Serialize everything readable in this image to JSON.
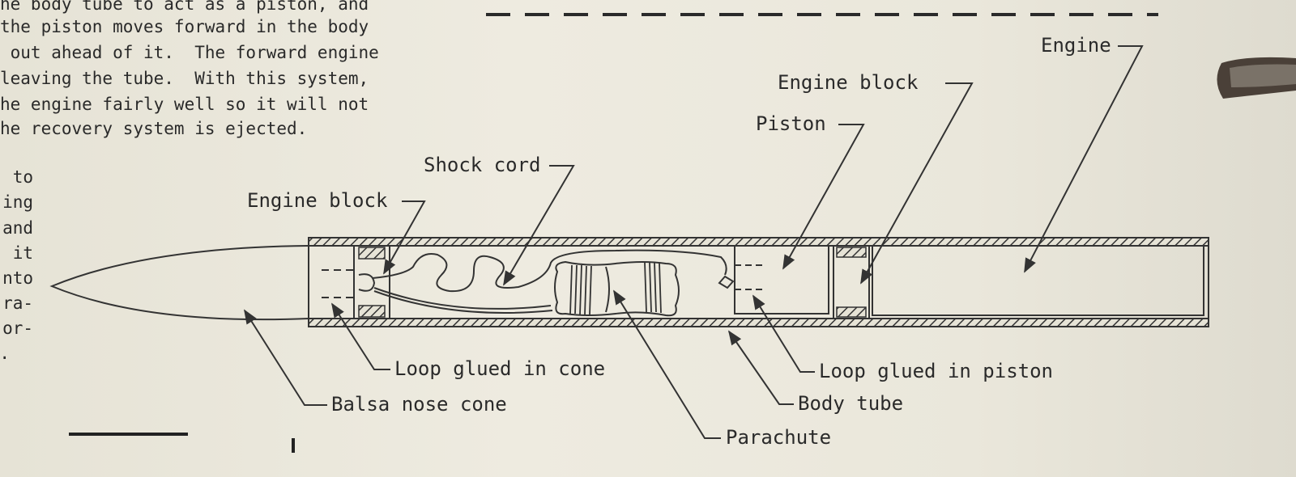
{
  "page_text": {
    "lines": [
      "he body tube to act as a piston, and",
      "the piston moves forward in the body",
      " out ahead of it.  The forward engine",
      "leaving the tube.  With this system,",
      "he engine fairly well so it will not",
      "he recovery system is ejected."
    ],
    "margin_fragments": [
      "to",
      "ing",
      "and",
      "it",
      "nto",
      "ra-",
      "or-",
      "."
    ]
  },
  "diagram": {
    "labels": {
      "engine": "Engine",
      "engine_block_rear": "Engine block",
      "piston": "Piston",
      "shock_cord": "Shock cord",
      "engine_block_front": "Engine block",
      "loop_cone": "Loop glued in cone",
      "balsa_nose_cone": "Balsa nose cone",
      "loop_piston": "Loop glued in piston",
      "body_tube": "Body tube",
      "parachute": "Parachute"
    }
  },
  "colors": {
    "paper": "#ebe8dc",
    "ink": "#2a2a2a",
    "clip": "#4a4038"
  }
}
